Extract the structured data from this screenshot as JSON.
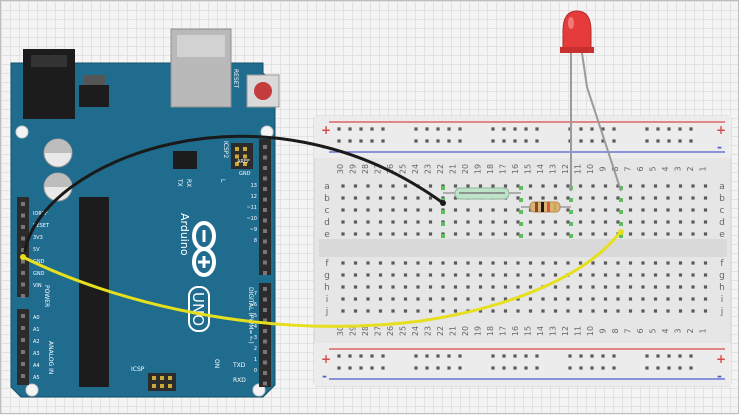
{
  "arduino": {
    "brand": "Arduino",
    "model": "UNO",
    "reset_label": "RESET",
    "icsp2_label": "ICSP2",
    "icsp_label": "ICSP",
    "tx_label": "TX",
    "rx_label": "RX",
    "l_label": "L",
    "on_label": "ON",
    "digital_label": "DIGITAL (PWM= ~)",
    "power_label": "POWER",
    "analog_label": "ANALOG IN",
    "aref_label": "AREF",
    "gnd_label": "GND",
    "ioref_label": "IOREF",
    "reset_pin_label": "RESET",
    "v33_label": "3V3",
    "v5_label": "5V",
    "vin_label": "VIN",
    "txd_label": "TXD",
    "rxd_label": "RXD",
    "digital_pins": [
      "13",
      "12",
      "~11",
      "~10",
      "~9",
      "8",
      "7",
      "~6",
      "~5",
      "4",
      "~3",
      "2",
      "1",
      "0"
    ],
    "analog_pins": [
      "A0",
      "A1",
      "A2",
      "A3",
      "A4",
      "A5"
    ],
    "colors": {
      "board": "#1f6c8f",
      "header": "#2b2b2b",
      "silk": "#ffffff"
    }
  },
  "breadboard": {
    "top_numbers": [
      "30",
      "29",
      "28",
      "27",
      "26",
      "25",
      "24",
      "23",
      "22",
      "21",
      "20",
      "19",
      "18",
      "17",
      "16",
      "15",
      "14",
      "13",
      "12",
      "11",
      "10",
      "9",
      "8",
      "7",
      "6",
      "5",
      "4",
      "3",
      "2",
      "1"
    ],
    "row_letters_top": [
      "a",
      "b",
      "c",
      "d",
      "e"
    ],
    "row_letters_bottom": [
      "f",
      "g",
      "h",
      "i",
      "j"
    ],
    "rail_plus": "+",
    "rail_minus": "-"
  },
  "components": {
    "led": "red-led",
    "resistor": "resistor",
    "reed_switch": "reed-switch"
  },
  "wires": {
    "black": "#1a1a1a",
    "yellow": "#f2ea2a"
  }
}
